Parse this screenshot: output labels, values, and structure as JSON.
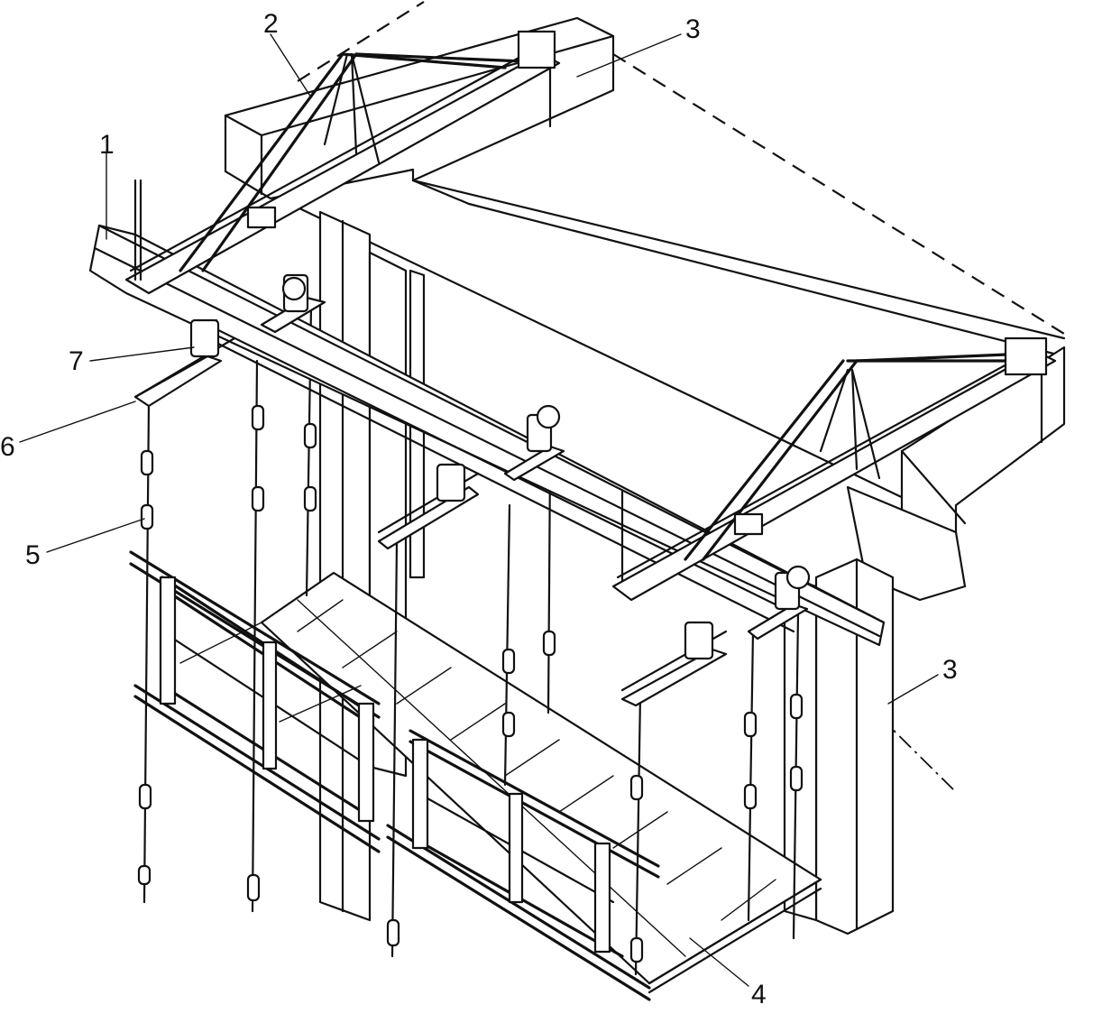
{
  "labels": {
    "one": "1",
    "two": "2",
    "three_top": "3",
    "three_right": "3",
    "four": "4",
    "five": "5",
    "six": "6",
    "seven": "7"
  }
}
